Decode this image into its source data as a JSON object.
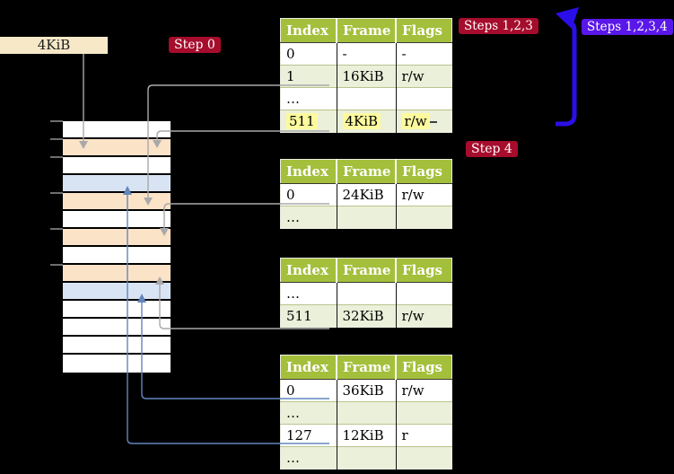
{
  "labels": {
    "frame_size": "4KiB",
    "step0": "Step 0",
    "steps123": "Steps 1,2,3",
    "steps1234": "Steps 1,2,3,4",
    "step4": "Step 4"
  },
  "colors": {
    "header_green": "#a4bf3b",
    "alt_row": "#eaf0d9",
    "highlight_yellow": "#fdfa9e",
    "frame_orange": "#fbe3c8",
    "frame_blue": "#d8e4f4",
    "label_cream": "#f7e9c8",
    "badge_red": "#a60c2c",
    "badge_violet": "#5a17e9",
    "arrow_gray": "#a9a9a9",
    "arrow_steelblue": "#6285bb",
    "arrow_blue": "#2b0fe8"
  },
  "page_tables": [
    {
      "columns": [
        "Index",
        "Frame",
        "Flags"
      ],
      "rows": [
        {
          "cells": [
            "0",
            "-",
            "-"
          ],
          "highlight": false
        },
        {
          "cells": [
            "1",
            "16KiB",
            "r/w"
          ],
          "highlight": false
        },
        {
          "cells": [
            "…",
            "",
            ""
          ],
          "highlight": false
        },
        {
          "cells": [
            "511",
            "4KiB",
            "r/w"
          ],
          "highlight": true
        }
      ]
    },
    {
      "columns": [
        "Index",
        "Frame",
        "Flags"
      ],
      "rows": [
        {
          "cells": [
            "0",
            "24KiB",
            "r/w"
          ],
          "highlight": false
        },
        {
          "cells": [
            "…",
            "",
            ""
          ],
          "highlight": false
        }
      ]
    },
    {
      "columns": [
        "Index",
        "Frame",
        "Flags"
      ],
      "rows": [
        {
          "cells": [
            "…",
            "",
            ""
          ],
          "highlight": false
        },
        {
          "cells": [
            "511",
            "32KiB",
            "r/w"
          ],
          "highlight": false
        }
      ]
    },
    {
      "columns": [
        "Index",
        "Frame",
        "Flags"
      ],
      "rows": [
        {
          "cells": [
            "0",
            "36KiB",
            "r/w"
          ],
          "highlight": false
        },
        {
          "cells": [
            "…",
            "",
            ""
          ],
          "highlight": false
        },
        {
          "cells": [
            "127",
            "12KiB",
            "r"
          ],
          "highlight": false
        },
        {
          "cells": [
            "…",
            "",
            ""
          ],
          "highlight": false
        }
      ]
    }
  ],
  "memory_column": {
    "rows": [
      "white",
      "orange",
      "white",
      "blue",
      "orange",
      "white",
      "orange",
      "white",
      "orange",
      "blue",
      "white",
      "white",
      "white",
      "white"
    ]
  }
}
